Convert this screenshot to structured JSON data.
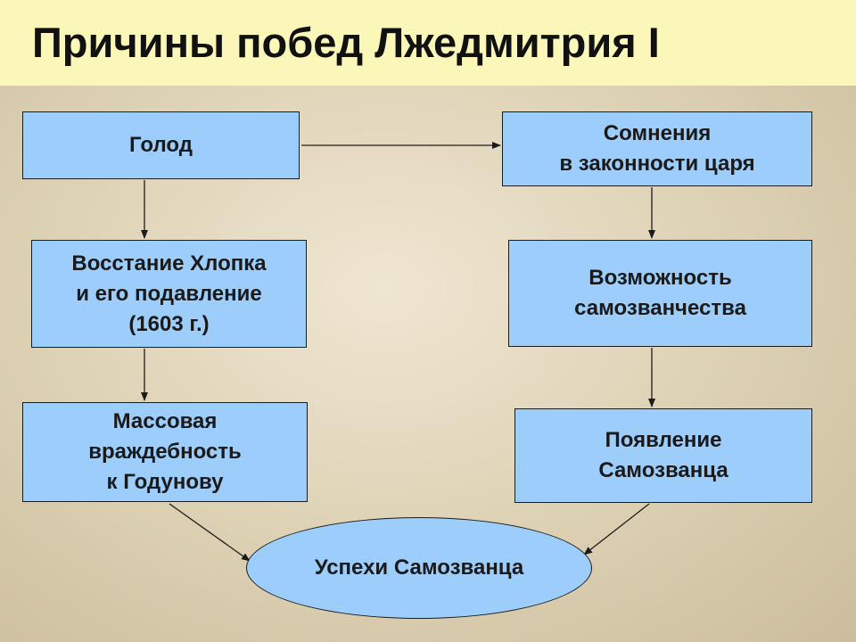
{
  "title": "Причины побед Лжедмитрия I",
  "nodes": {
    "famine": "Голод",
    "uprising": "Восстание Хлопка\nи его подавление\n(1603 г.)",
    "hostility": "Массовая\nвраждебность\nк Годунову",
    "doubts": "Сомнения\nв законности царя",
    "possibility": "Возможность\nсамозванчества",
    "appearance": "Появление\nСамозванца",
    "success": "Успехи Самозванца"
  },
  "edges": [
    {
      "from": "famine",
      "to": "doubts"
    },
    {
      "from": "famine",
      "to": "uprising"
    },
    {
      "from": "uprising",
      "to": "hostility"
    },
    {
      "from": "doubts",
      "to": "possibility"
    },
    {
      "from": "possibility",
      "to": "appearance"
    },
    {
      "from": "hostility",
      "to": "success"
    },
    {
      "from": "appearance",
      "to": "success"
    }
  ],
  "colors": {
    "title_band": "#fbf7b9",
    "box_fill": "#9dcdfb",
    "border": "#1c1c1c"
  }
}
